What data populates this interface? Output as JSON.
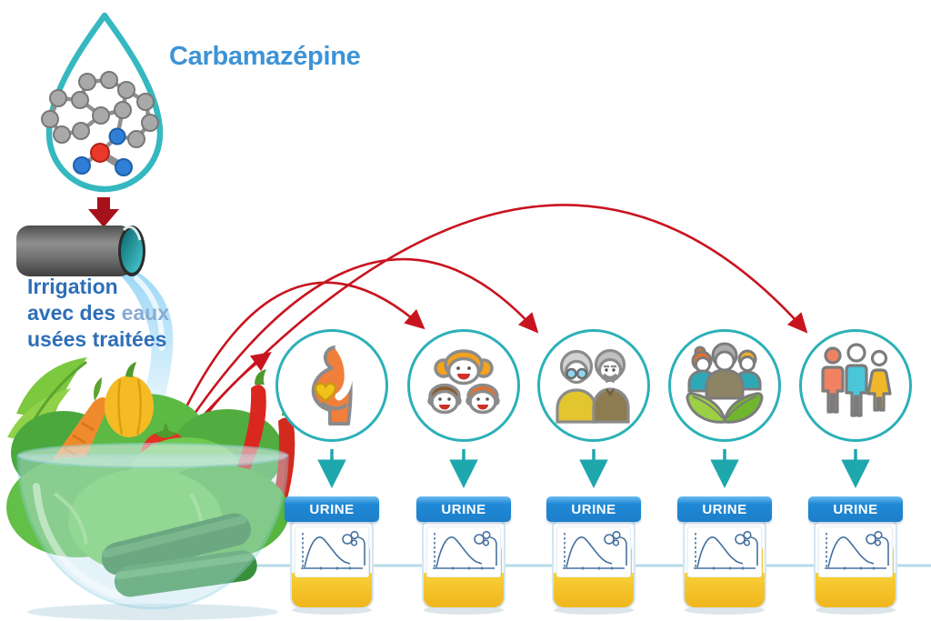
{
  "header": {
    "title": "Carbamazépine"
  },
  "source": {
    "droplet_icon": "water-drop-icon",
    "molecule_icon": "carbamazepine-molecule-icon",
    "pipe_icon": "wastewater-pipe-icon"
  },
  "irrigation": {
    "line1": "Irrigation",
    "line2_start": "avec des ",
    "line2_light": "eaux",
    "line3": "usées traitées"
  },
  "salad": {
    "icon": "salad-bowl-icon"
  },
  "population_groups": [
    {
      "icon": "pregnant-woman-icon",
      "cup_label": "URINE"
    },
    {
      "icon": "children-icon",
      "cup_label": "URINE"
    },
    {
      "icon": "elderly-couple-icon",
      "cup_label": "URINE"
    },
    {
      "icon": "adults-leaves-icon",
      "cup_label": "URINE"
    },
    {
      "icon": "family-pictogram-icon",
      "cup_label": "URINE"
    }
  ],
  "flow": {
    "red_arrow_targets": [
      1,
      2,
      3,
      5
    ]
  },
  "colors": {
    "teal": "#2cb0b8",
    "red_arrow": "#c8141f",
    "dark_red_arrow": "#a5121c",
    "title_blue": "#3d93d6",
    "text_blue": "#2e6fb7",
    "cap_blue": "#1f86d3",
    "urine_yellow": "#f2b91e",
    "line_blue": "#b5dbe8"
  }
}
